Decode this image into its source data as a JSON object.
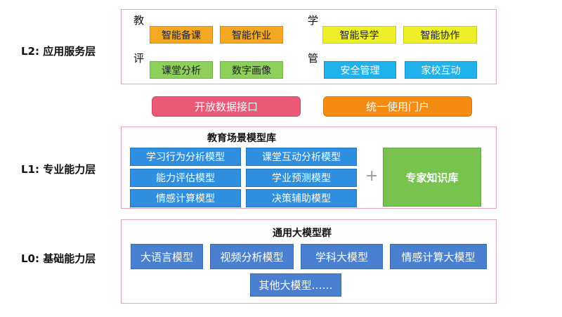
{
  "layers": {
    "l2": {
      "label": "L2: 应用服务层",
      "categories": {
        "teach": "教",
        "learn": "学",
        "evaluate": "评",
        "manage": "管"
      },
      "items": {
        "teach": [
          "智能备课",
          "智能作业"
        ],
        "learn": [
          "智能导学",
          "智能协作"
        ],
        "evaluate": [
          "课堂分析",
          "数字画像"
        ],
        "manage": [
          "安全管理",
          "家校互动"
        ]
      }
    },
    "connectors": {
      "open_api": "开放数据接口",
      "portal": "统一使用门户"
    },
    "l1": {
      "label": "L1: 专业能力层",
      "library_title": "教育场景模型库",
      "models": [
        "学习行为分析模型",
        "课堂互动分析模型",
        "能力评估模型",
        "学业预测模型",
        "情感计算模型",
        "决策辅助模型"
      ],
      "plus": "+",
      "expert_kb": "专家知识库"
    },
    "l0": {
      "label": "L0: 基础能力层",
      "group_title": "通用大模型群",
      "models": [
        "大语言模型",
        "视频分析模型",
        "学科大模型",
        "情感计算大模型",
        "其他大模型……"
      ]
    }
  },
  "colors": {
    "frame_border": "#e7a3b0",
    "teach": "#f7a823",
    "learn": "#eef02a",
    "evaluate": "#8ccf5a",
    "manage": "#1fb2ec",
    "open_api": "#ea5a76",
    "portal": "#f58b12",
    "l1_model": "#2e8fe0",
    "expert_kb": "#78c250",
    "l0_model": "#4a80cf"
  }
}
